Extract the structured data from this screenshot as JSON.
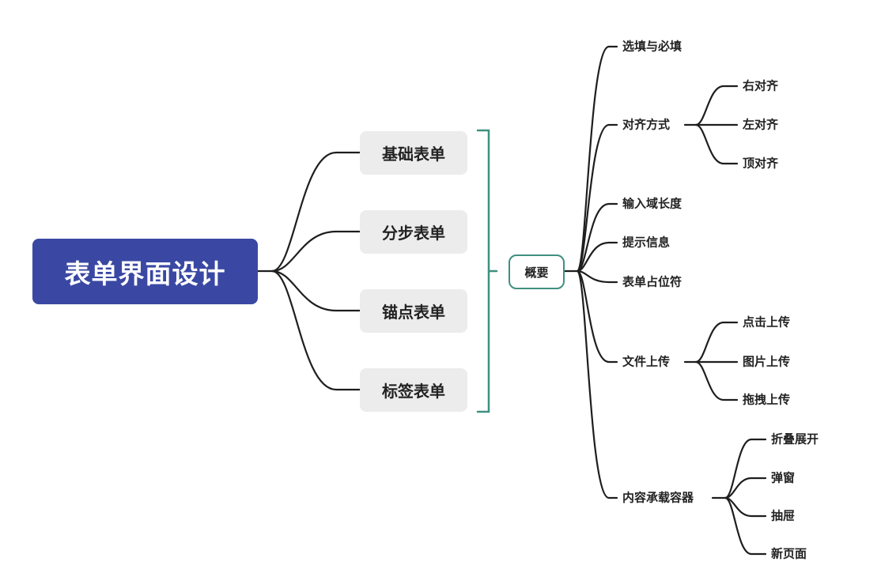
{
  "colors": {
    "root_bg": "#3a48a3",
    "child_bg": "#ececec",
    "summary_accent": "#3f9080",
    "line": "#1e1e1e"
  },
  "root": {
    "label": "表单界面设计"
  },
  "children": [
    {
      "label": "基础表单"
    },
    {
      "label": "分步表单"
    },
    {
      "label": "锚点表单"
    },
    {
      "label": "标签表单"
    }
  ],
  "summary": {
    "label": "概要",
    "topics": [
      {
        "label": "选填与必填",
        "children": []
      },
      {
        "label": "对齐方式",
        "children": [
          {
            "label": "右对齐"
          },
          {
            "label": "左对齐"
          },
          {
            "label": "顶对齐"
          }
        ]
      },
      {
        "label": "输入域长度",
        "children": []
      },
      {
        "label": "提示信息",
        "children": []
      },
      {
        "label": "表单占位符",
        "children": []
      },
      {
        "label": "文件上传",
        "children": [
          {
            "label": "点击上传"
          },
          {
            "label": "图片上传"
          },
          {
            "label": "拖拽上传"
          }
        ]
      },
      {
        "label": "内容承载容器",
        "children": [
          {
            "label": "折叠展开"
          },
          {
            "label": "弹窗"
          },
          {
            "label": "抽屉"
          },
          {
            "label": "新页面"
          }
        ]
      }
    ]
  }
}
